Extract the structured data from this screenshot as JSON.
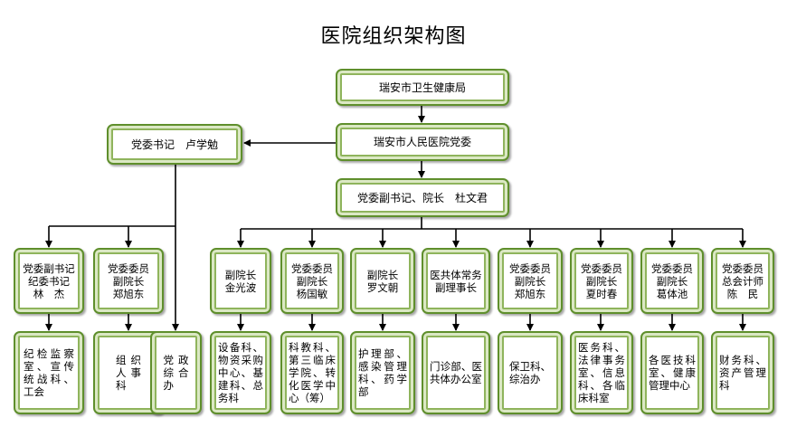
{
  "title": "医院组织架构图",
  "colors": {
    "border": "#5f8f2c",
    "inner": "#8fb45c",
    "line": "#000000"
  },
  "top": {
    "bureau": "瑞安市卫生健康局",
    "committee": "瑞安市人民医院党委",
    "president": "党委副书记、院长　杜文君",
    "secretary": "党委书记　卢学勉"
  },
  "left_leaders": [
    "党委副书记\n纪委书记\n林　杰",
    "党委委员\n副院长\n郑旭东"
  ],
  "left_departments": [
    "纪检监察室、宣传统战科、工会",
    "组织人事科",
    "党政综合办"
  ],
  "right_leaders": [
    "副院长\n金光波",
    "党委委员\n副院长\n杨国敏",
    "副院长\n罗文朝",
    "医共体常务副理事长",
    "党委委员\n副院长\n郑旭东",
    "党委委员\n副院长\n夏时春",
    "党委委员\n副院长\n葛体池",
    "党委委员\n总会计师\n陈　民"
  ],
  "right_departments": [
    "设备科、物资采购中心、基建科、总务科",
    "科教科、第三临床学院、转化医学中心（筹）",
    "护理部、感染管理科、药学部",
    "门诊部、医共体办公室",
    "保卫科、综治办",
    "医务科、法律事务室、信息科、各临床科室",
    "各医技科室、健康管理中心",
    "财务科、资产管理科"
  ]
}
